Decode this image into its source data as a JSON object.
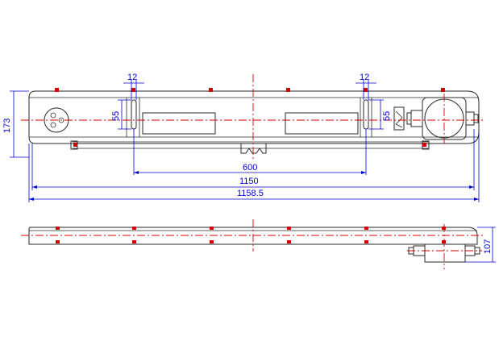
{
  "colors": {
    "outline": "#2a2a2a",
    "centerline": "#d40000",
    "dimension": "#0000cc",
    "background": "#ffffff"
  },
  "dimensions": {
    "height_left": "173",
    "slot_width_left": "12",
    "slot_width_right": "12",
    "slot_height_left": "55",
    "slot_height_right": "55",
    "span_600": "600",
    "span_1150": "1150",
    "span_overall": "1158.5",
    "side_height": "107"
  }
}
